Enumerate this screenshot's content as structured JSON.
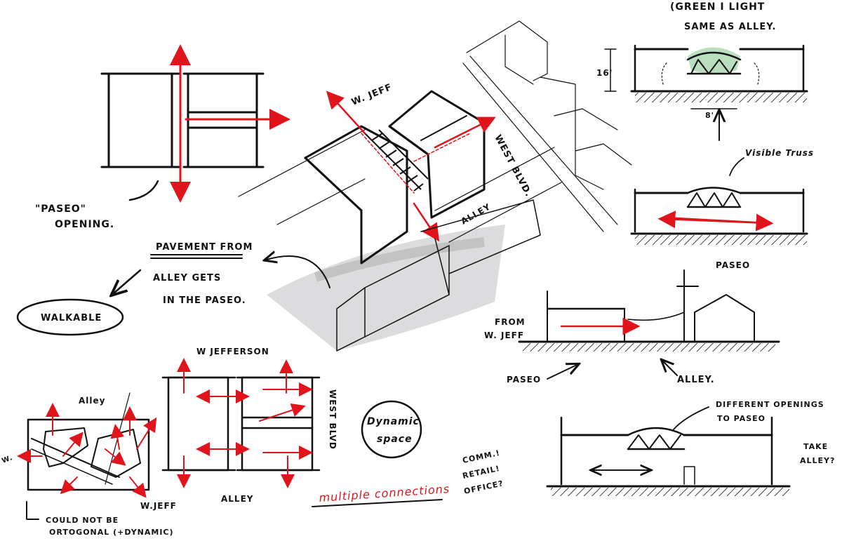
{
  "labels": {
    "green_light": "(GREEN I LIGHT",
    "same_as_alley": "SAME AS ALLEY.",
    "height_16": "16'",
    "width_8": "8'",
    "visible_truss": "Visible Truss",
    "paseo_label": "PASEO",
    "paseo_opening_1": "\"PASEO\"",
    "paseo_opening_2": "OPENING.",
    "pavement_1": "PAVEMENT FROM",
    "pavement_2": "ALLEY GETS",
    "pavement_3": "IN THE PASEO.",
    "walkable": "WALKABLE",
    "w_jeff_axo": "W. JEFF",
    "west_blvd_axo": "WEST BLVD.",
    "alley_axo": "ALLEY",
    "from_w_jeff_1": "FROM",
    "from_w_jeff_2": "W. JEFF",
    "paseo_arrow": "PASEO",
    "alley_arrow": "ALLEY.",
    "w_jefferson": "W JEFFERSON",
    "west_blvd_plan": "WEST BLVD",
    "alley_plan": "ALLEY",
    "alley_small": "Alley",
    "w_small": "W.",
    "w_jeff_small": "W.JEFF",
    "dynamic_1": "Dynamic",
    "dynamic_2": "space",
    "multiple_connections": "multiple connections",
    "could_not_1": "COULD NOT BE",
    "could_not_2": "ORTOGONAL (+DYNAMIC)",
    "different_openings_1": "DIFFERENT OPENINGS",
    "different_openings_2": "TO PASEO",
    "comm_1": "COMM.!",
    "comm_2": "RETAIL!",
    "comm_3": "OFFICE?",
    "take_alley_1": "TAKE",
    "take_alley_2": "ALLEY?"
  },
  "colors": {
    "ink": "#111111",
    "red": "#e0141b",
    "wash": "#9a9aa0",
    "green": "#7fc48a"
  }
}
